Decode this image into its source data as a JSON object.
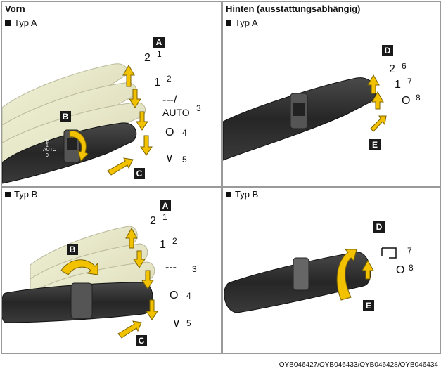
{
  "front": {
    "title": "Vorn",
    "type_a": {
      "label": "Typ A",
      "callouts": {
        "a": "A",
        "b": "B",
        "c": "C"
      },
      "positions": [
        {
          "symbol": "2",
          "num": "1"
        },
        {
          "symbol": "1",
          "num": "2"
        },
        {
          "symbol": "---/",
          "symbol2": "AUTO",
          "num": "3"
        },
        {
          "symbol": "O",
          "num": "4"
        },
        {
          "symbol": "∨",
          "num": "5"
        }
      ]
    },
    "type_b": {
      "label": "Typ B",
      "callouts": {
        "a": "A",
        "b": "B",
        "c": "C"
      },
      "positions": [
        {
          "symbol": "2",
          "num": "1"
        },
        {
          "symbol": "1",
          "num": "2"
        },
        {
          "symbol": "---",
          "num": "3"
        },
        {
          "symbol": "O",
          "num": "4"
        },
        {
          "symbol": "∨",
          "num": "5"
        }
      ]
    }
  },
  "rear": {
    "title": "Hinten (ausstattungsabhängig)",
    "type_a": {
      "label": "Typ A",
      "callouts": {
        "d": "D",
        "e": "E"
      },
      "positions": [
        {
          "symbol": "2",
          "num": "6"
        },
        {
          "symbol": "1",
          "num": "7"
        },
        {
          "symbol": "O",
          "num": "8"
        }
      ]
    },
    "type_b": {
      "label": "Typ B",
      "callouts": {
        "d": "D",
        "e": "E"
      },
      "positions": [
        {
          "num": "7"
        },
        {
          "symbol": "O",
          "num": "8"
        }
      ]
    }
  },
  "stalk_text": {
    "auto": "AUTO",
    "two": "2",
    "one": "1",
    "zero": "0"
  },
  "image_code": "OYB046427/OYB046433/OYB046428/OYB046434",
  "colors": {
    "arrow_fill": "#f2c200",
    "stalk": "#2b2b2b",
    "ghost": "#e6e6c4",
    "border": "#9a9a9a"
  }
}
